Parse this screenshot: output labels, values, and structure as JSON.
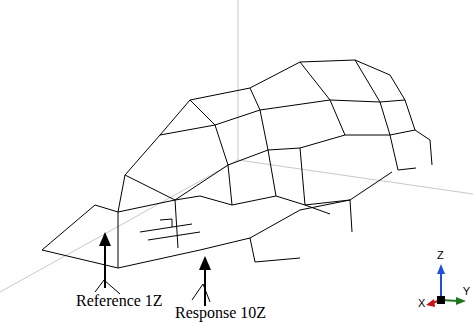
{
  "diagram": {
    "labels": [
      "Reference 1Z",
      "Response 10Z",
      "Z",
      "X",
      "Y"
    ]
  }
}
